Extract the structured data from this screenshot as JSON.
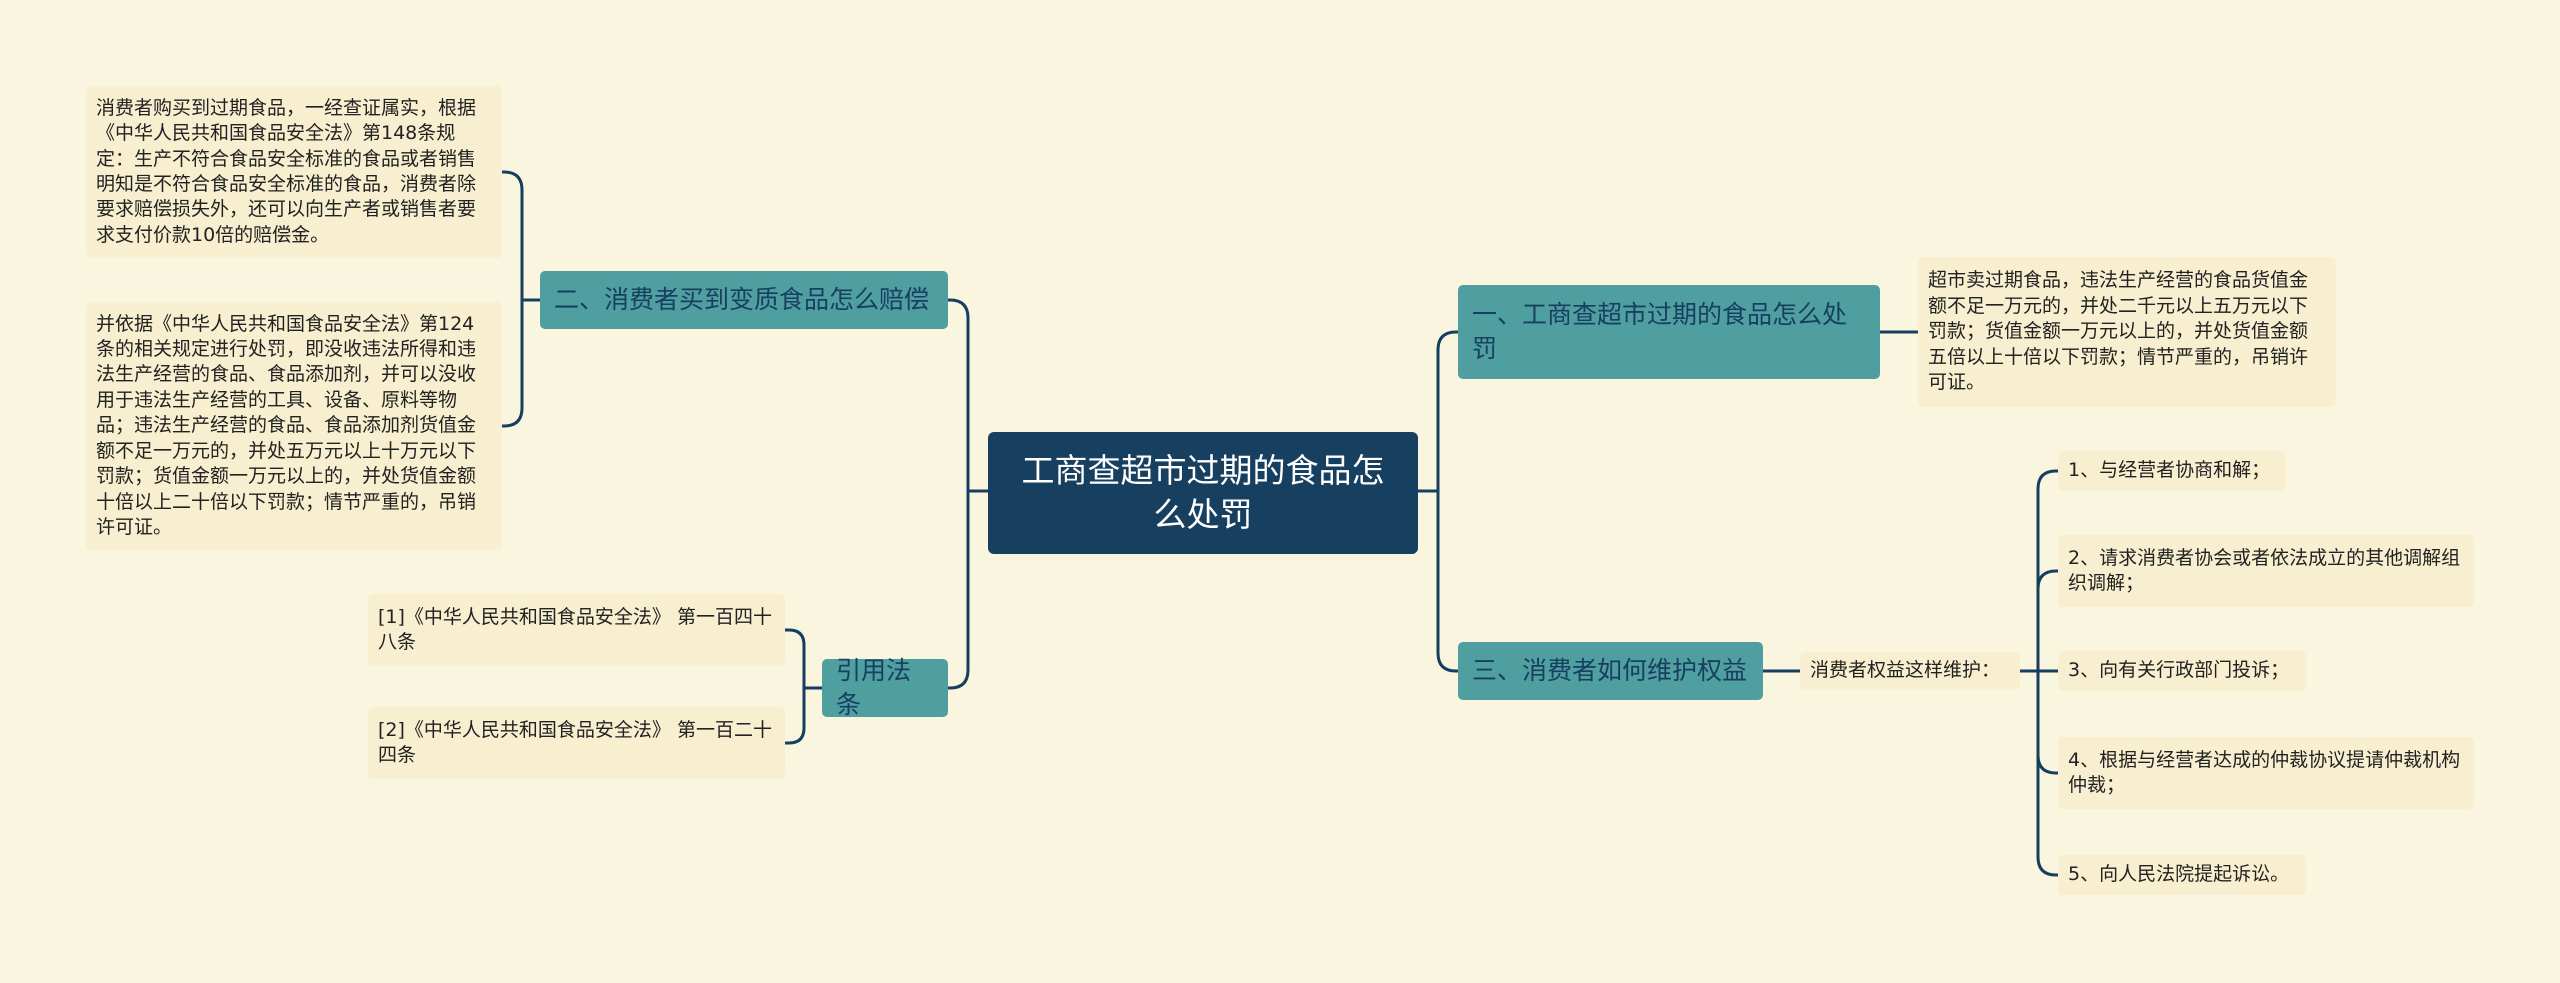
{
  "root": {
    "label": "工商查超市过期的食品怎么处罚"
  },
  "branches": {
    "b1": {
      "label": "一、工商查超市过期的食品怎么处罚",
      "detail": "超市卖过期食品，违法生产经营的食品货值金额不足一万元的，并处二千元以上五万元以下罚款；货值金额一万元以上的，并处货值金额五倍以上十倍以下罚款；情节严重的，吊销许可证。"
    },
    "b2": {
      "label": "二、消费者买到变质食品怎么赔偿",
      "detail1": "消费者购买到过期食品，一经查证属实，根据《中华人民共和国食品安全法》第148条规定：生产不符合食品安全标准的食品或者销售明知是不符合食品安全标准的食品，消费者除要求赔偿损失外，还可以向生产者或销售者要求支付价款10倍的赔偿金。",
      "detail2": "并依据《中华人民共和国食品安全法》第124条的相关规定进行处罚，即没收违法所得和违法生产经营的食品、食品添加剂，并可以没收用于违法生产经营的工具、设备、原料等物品；违法生产经营的食品、食品添加剂货值金额不足一万元的，并处五万元以上十万元以下罚款；货值金额一万元以上的，并处货值金额十倍以上二十倍以下罚款；情节严重的，吊销许可证。"
    },
    "b3": {
      "label": "三、消费者如何维护权益",
      "sub": "消费者权益这样维护：",
      "items": [
        "1、与经营者协商和解；",
        "2、请求消费者协会或者依法成立的其他调解组织调解；",
        "3、向有关行政部门投诉；",
        "4、根据与经营者达成的仲裁协议提请仲裁机构仲裁；",
        "5、向人民法院提起诉讼。"
      ]
    },
    "b4": {
      "label": "引用法条",
      "refs": [
        "[1]《中华人民共和国食品安全法》 第一百四十八条",
        "[2]《中华人民共和国食品安全法》 第一百二十四条"
      ]
    }
  },
  "colors": {
    "background": "#faf5df",
    "root": "#173f5f",
    "branch": "#4f9ea0",
    "leaf": "#f7efcf",
    "connector": "#163e5f"
  }
}
